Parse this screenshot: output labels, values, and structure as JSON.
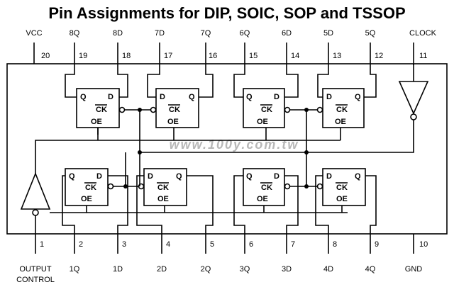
{
  "title": "Pin Assignments for DIP, SOIC, SOP and TSSOP",
  "watermark": "www.100y.com.tw",
  "colors": {
    "line": "#000000",
    "background": "#ffffff",
    "watermark": "#b8b8b8"
  },
  "pins_top": [
    {
      "num": "20",
      "name": "VCC"
    },
    {
      "num": "19",
      "name": "8Q"
    },
    {
      "num": "18",
      "name": "8D"
    },
    {
      "num": "17",
      "name": "7D"
    },
    {
      "num": "16",
      "name": "7Q"
    },
    {
      "num": "15",
      "name": "6Q"
    },
    {
      "num": "14",
      "name": "6D"
    },
    {
      "num": "13",
      "name": "5D"
    },
    {
      "num": "12",
      "name": "5Q"
    },
    {
      "num": "11",
      "name": "CLOCK"
    }
  ],
  "pins_bottom": [
    {
      "num": "1",
      "name": "OUTPUT",
      "name2": "CONTROL"
    },
    {
      "num": "2",
      "name": "1Q"
    },
    {
      "num": "3",
      "name": "1D"
    },
    {
      "num": "4",
      "name": "2D"
    },
    {
      "num": "5",
      "name": "2Q"
    },
    {
      "num": "6",
      "name": "3Q"
    },
    {
      "num": "7",
      "name": "3D"
    },
    {
      "num": "8",
      "name": "4D"
    },
    {
      "num": "9",
      "name": "4Q"
    },
    {
      "num": "10",
      "name": "GND"
    }
  ],
  "flipflop_labels": {
    "q": "Q",
    "d": "D",
    "ck": "CK",
    "oe": "OE"
  }
}
